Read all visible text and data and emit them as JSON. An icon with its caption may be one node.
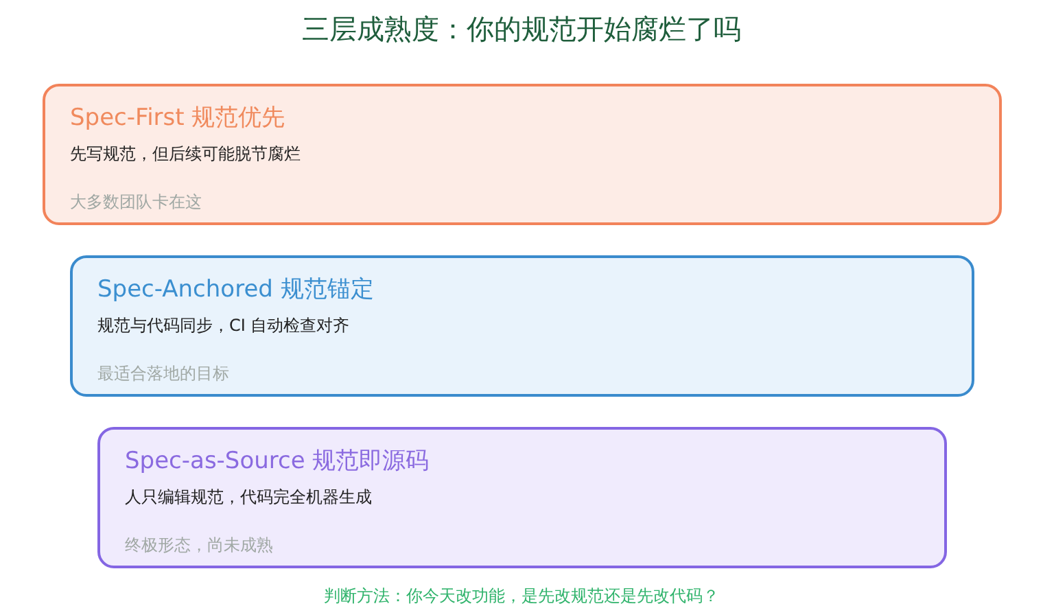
{
  "diagram": {
    "title": "三层成熟度：你的规范开始腐烂了吗",
    "caption": "判断方法：你今天改功能，是先改规范还是先改代码？",
    "nodes": [
      {
        "text": [
          "Spec-First 规范优先",
          "先写规范，但后续可能脱节腐烂",
          "大多数团队卡在这"
        ]
      },
      {
        "text": [
          "Spec-Anchored 规范锚定",
          "规范与代码同步，CI 自动检查对齐",
          "最适合落地的目标"
        ]
      },
      {
        "text": [
          "Spec-as-Source 规范即源码",
          "人只编辑规范，代码完全机器生成",
          "终极形态，尚未成熟"
        ]
      }
    ]
  }
}
